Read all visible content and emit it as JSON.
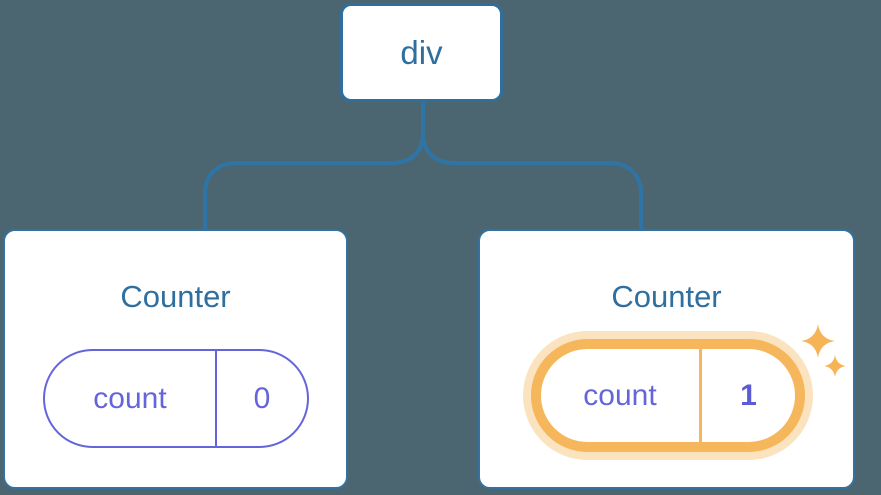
{
  "diagram": {
    "description": "React component tree: a div root with two Counter children; the second Counter's state badge is highlighted with sparkles",
    "tree": {
      "root": {
        "label": "div"
      },
      "children": [
        {
          "title": "Counter",
          "state": {
            "label": "count",
            "value": "0"
          },
          "highlighted": false
        },
        {
          "title": "Counter",
          "state": {
            "label": "count",
            "value": "1"
          },
          "highlighted": true
        }
      ]
    },
    "colors": {
      "background": "#4C6671",
      "node_fill": "#FFFFFF",
      "node_border_blue": "#2E6F9F",
      "connector_blue": "#2E75A6",
      "text_blue": "#2F6F9F",
      "state_purple": "#6565DB",
      "state_value_purple": "#5B5BD6",
      "highlight_orange": "#F6B75C",
      "highlight_halo": "#FAE3BE",
      "sparkle_orange": "#F6B457"
    }
  }
}
